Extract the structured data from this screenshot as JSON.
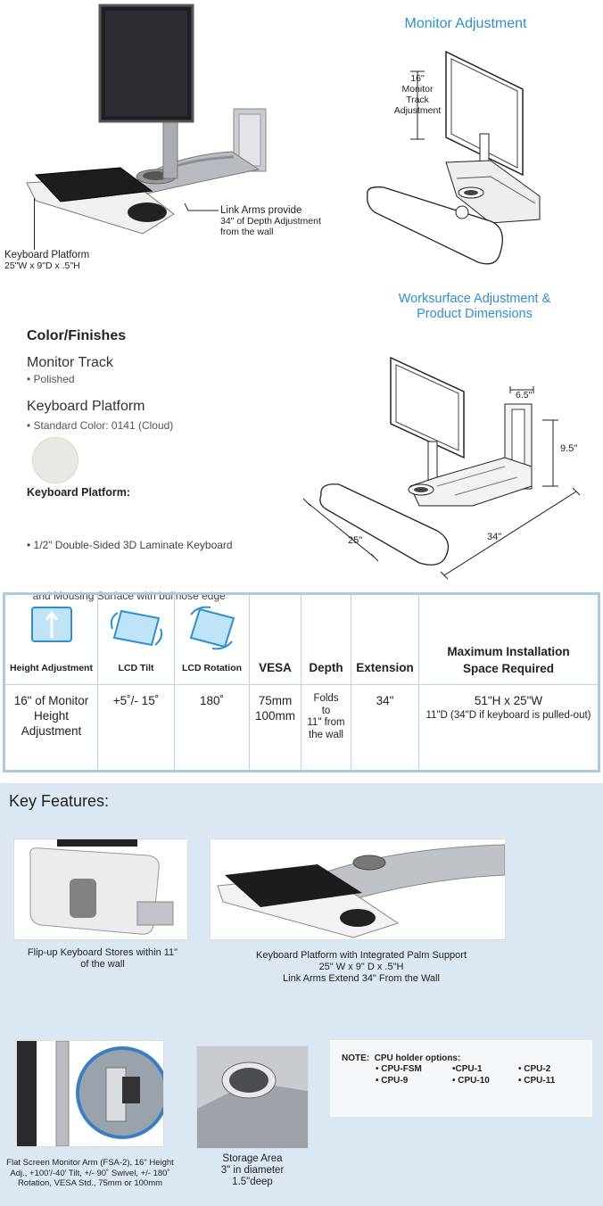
{
  "hero": {
    "link_arms_note": [
      "Link Arms provide",
      "34\" of Depth Adjustment",
      "from the wall"
    ],
    "keyboard_note": [
      "Keyboard Platform",
      "25\"W x 9\"D x .5\"H"
    ]
  },
  "monitor_adjustment": {
    "title": "Monitor Adjustment",
    "track_note": [
      "16\"",
      "Monitor",
      "Track",
      "Adjustment"
    ]
  },
  "worksurface": {
    "title_lines": [
      "Worksurface Adjustment &",
      "Product Dimensions"
    ],
    "dims": {
      "depth_top": "6.5\"",
      "height": "9.5\"",
      "width": "25\"",
      "extension": "34\""
    }
  },
  "finishes": {
    "title": "Color/Finishes",
    "monitor_track": {
      "label": "Monitor Track",
      "detail": "• Polished"
    },
    "keyboard_platform": {
      "label": "Keyboard Platform",
      "detail": "• Standard Color: 0141 (Cloud)"
    },
    "swatch_color": "#e9e9e4",
    "platform_note": {
      "label": "Keyboard Platform:",
      "lines": [
        "• 1/2\" Double-Sided 3D Laminate Keyboard",
        "  and Mousing Surface with bullnose edge"
      ]
    }
  },
  "specs": {
    "headers": [
      "Height Adjustment",
      "LCD Tilt",
      "LCD Rotation",
      "VESA",
      "Depth",
      "Extension",
      "Maximum Installation Space Required"
    ],
    "values": {
      "height": [
        "16\" of Monitor",
        "Height",
        "Adjustment"
      ],
      "tilt": "+5˚/- 15˚",
      "rotation": "180˚",
      "vesa": [
        "75mm",
        "100mm"
      ],
      "depth": [
        "Folds",
        "to",
        "11\" from",
        "the wall"
      ],
      "extension": "34\"",
      "max_space": [
        "51\"H x 25\"W",
        "11\"D (34\"D if keyboard is pulled-out)"
      ]
    }
  },
  "features": {
    "title": "Key Features:",
    "flip_up": [
      "Flip-up Keyboard Stores within 11\"",
      "of the wall"
    ],
    "platform": [
      "Keyboard Platform with Integrated Palm Support",
      "25\" W x 9\" D x .5\"H",
      "Link Arms Extend 34\" From the Wall"
    ],
    "monitor_arm": [
      "Flat Screen Monitor Arm (FSA-2), 16\" Height",
      "Adj., +100'/-40' Tilt, +/- 90˚ Swivel, +/- 180˚",
      "Rotation, VESA Std., 75mm or 100mm"
    ],
    "storage": [
      "Storage Area",
      "3\" in diameter",
      "1.5\"deep"
    ],
    "note": {
      "label": "NOTE:  CPU holder options:",
      "options": [
        "• CPU-FSM",
        "•CPU-1",
        "• CPU-2",
        "• CPU-9",
        "• CPU-10",
        "• CPU-11"
      ]
    }
  },
  "colors": {
    "accent": "#2f8fd0",
    "table_border": "#a9cbe5",
    "feature_bg": "#dbe7f3"
  }
}
